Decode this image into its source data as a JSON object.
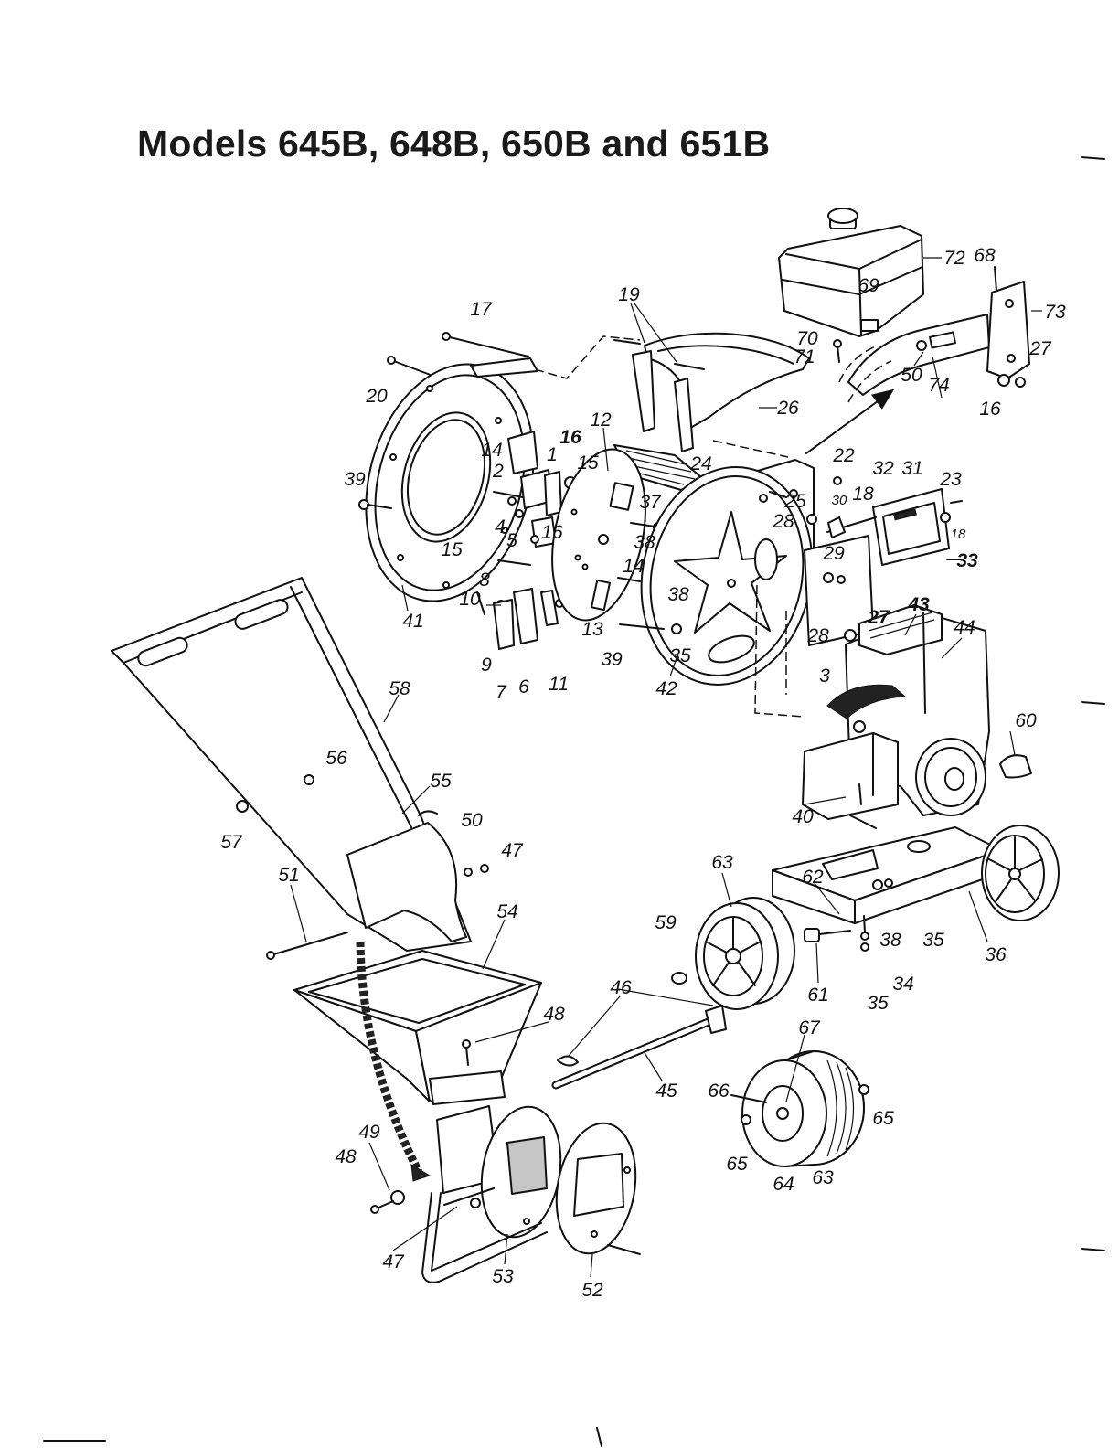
{
  "title": "Models 645B, 648B, 650B and 651B",
  "callouts": [
    "17",
    "19",
    "20",
    "72",
    "68",
    "69",
    "73",
    "70",
    "71",
    "27",
    "50",
    "74",
    "16",
    "26",
    "12",
    "16",
    "14",
    "1",
    "15",
    "24",
    "22",
    "32",
    "31",
    "23",
    "39",
    "2",
    "30",
    "18",
    "25",
    "37",
    "4",
    "5",
    "16",
    "28",
    "18",
    "15",
    "38",
    "29",
    "33",
    "14",
    "8",
    "38",
    "10",
    "43",
    "44",
    "27",
    "41",
    "13",
    "28",
    "39",
    "35",
    "9",
    "7",
    "6",
    "11",
    "3",
    "42",
    "58",
    "60",
    "56",
    "55",
    "40",
    "50",
    "57",
    "47",
    "51",
    "63",
    "62",
    "54",
    "59",
    "38",
    "35",
    "36",
    "61",
    "34",
    "35",
    "46",
    "48",
    "67",
    "45",
    "66",
    "65",
    "49",
    "48",
    "65",
    "64",
    "63",
    "47",
    "53",
    "52"
  ]
}
